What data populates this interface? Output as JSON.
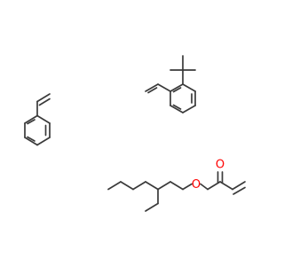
{
  "structure": {
    "molecules": [
      {
        "id": "styrene"
      },
      {
        "id": "2-tert-butylstyrene"
      },
      {
        "id": "2-ethylhexyl-acrylate"
      }
    ],
    "atoms": {
      "ester_oxygen": "O",
      "carbonyl_oxygen": "O"
    },
    "colors": {
      "bond": "#3a3a3a",
      "oxygen": "#ff0000",
      "background": "#ffffff"
    }
  }
}
